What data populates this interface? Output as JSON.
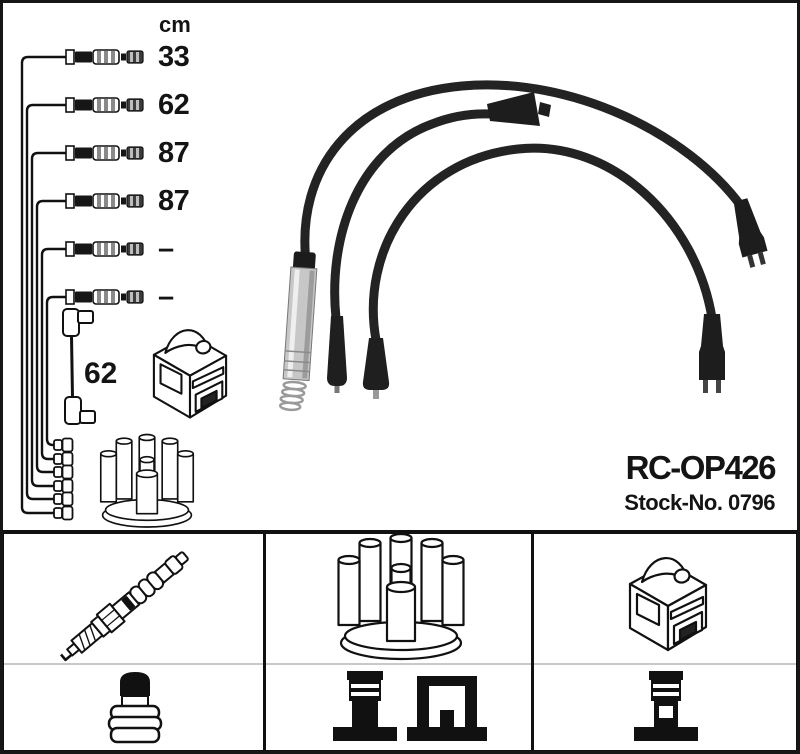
{
  "product": {
    "part_number": "RC-OP426",
    "stock_number_label": "Stock-No. 0796"
  },
  "length_table": {
    "unit_header": "cm",
    "rows": [
      {
        "length": "33"
      },
      {
        "length": "62"
      },
      {
        "length": "87"
      },
      {
        "length": "87"
      },
      {
        "length": "–"
      },
      {
        "length": "–"
      }
    ]
  },
  "coil_wire": {
    "length_label": "62"
  },
  "legend": {
    "cells": [
      {
        "icon": "spark-plug-icon"
      },
      {
        "icon": "distributor-cap-icon"
      },
      {
        "icon": "ignition-coil-icon"
      },
      {
        "icon": "spark-plug-terminal-icon"
      },
      {
        "icon": "din-connector-icons"
      },
      {
        "icon": "coil-terminal-icon"
      }
    ]
  },
  "colors": {
    "background": "#ffffff",
    "line_art": "#111111",
    "cable_black": "#232323",
    "metal_gray": "#c7c7c7",
    "row_divider_gray": "#c9c9c9"
  }
}
